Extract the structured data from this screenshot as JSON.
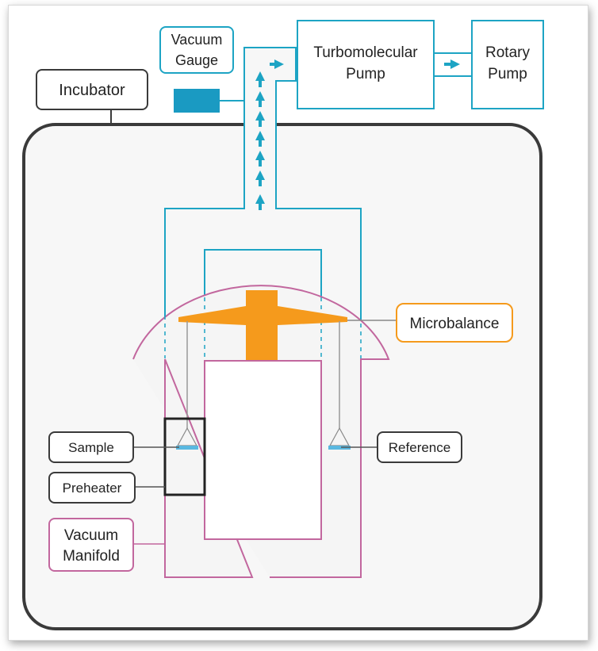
{
  "labels": {
    "vacuum_gauge_line1": "Vacuum",
    "vacuum_gauge_line2": "Gauge",
    "turbo_line1": "Turbomolecular",
    "turbo_line2": "Pump",
    "rotary_line1": "Rotary",
    "rotary_line2": "Pump",
    "incubator": "Incubator",
    "microbalance": "Microbalance",
    "sample": "Sample",
    "reference": "Reference",
    "preheater": "Preheater",
    "vacuum_manifold_line1": "Vacuum",
    "vacuum_manifold_line2": "Manifold"
  },
  "colors": {
    "vacuum_line": "#1da4c4",
    "gauge_fill": "#1a9ac2",
    "manifold": "#c2679e",
    "microbalance": "#f59a1c",
    "incubator_border": "#3a3a3a",
    "label_border": "#3a3a3a"
  }
}
